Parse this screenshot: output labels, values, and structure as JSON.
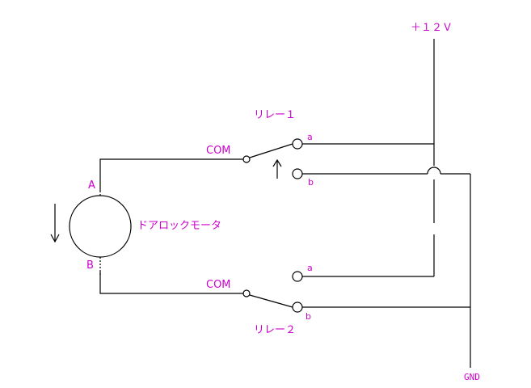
{
  "labels": {
    "supply": "＋１２Ｖ",
    "ground": "GND",
    "motor": "ドアロックモータ",
    "terminal_a": "A",
    "terminal_b": "B"
  },
  "relay1": {
    "name": "リレー１",
    "com": "COM",
    "contact_a": "a",
    "contact_b": "b"
  },
  "relay2": {
    "name": "リレー２",
    "com": "COM",
    "contact_a": "a",
    "contact_b": "b"
  },
  "colors": {
    "label": "#cc00cc",
    "wire": "#000000"
  }
}
